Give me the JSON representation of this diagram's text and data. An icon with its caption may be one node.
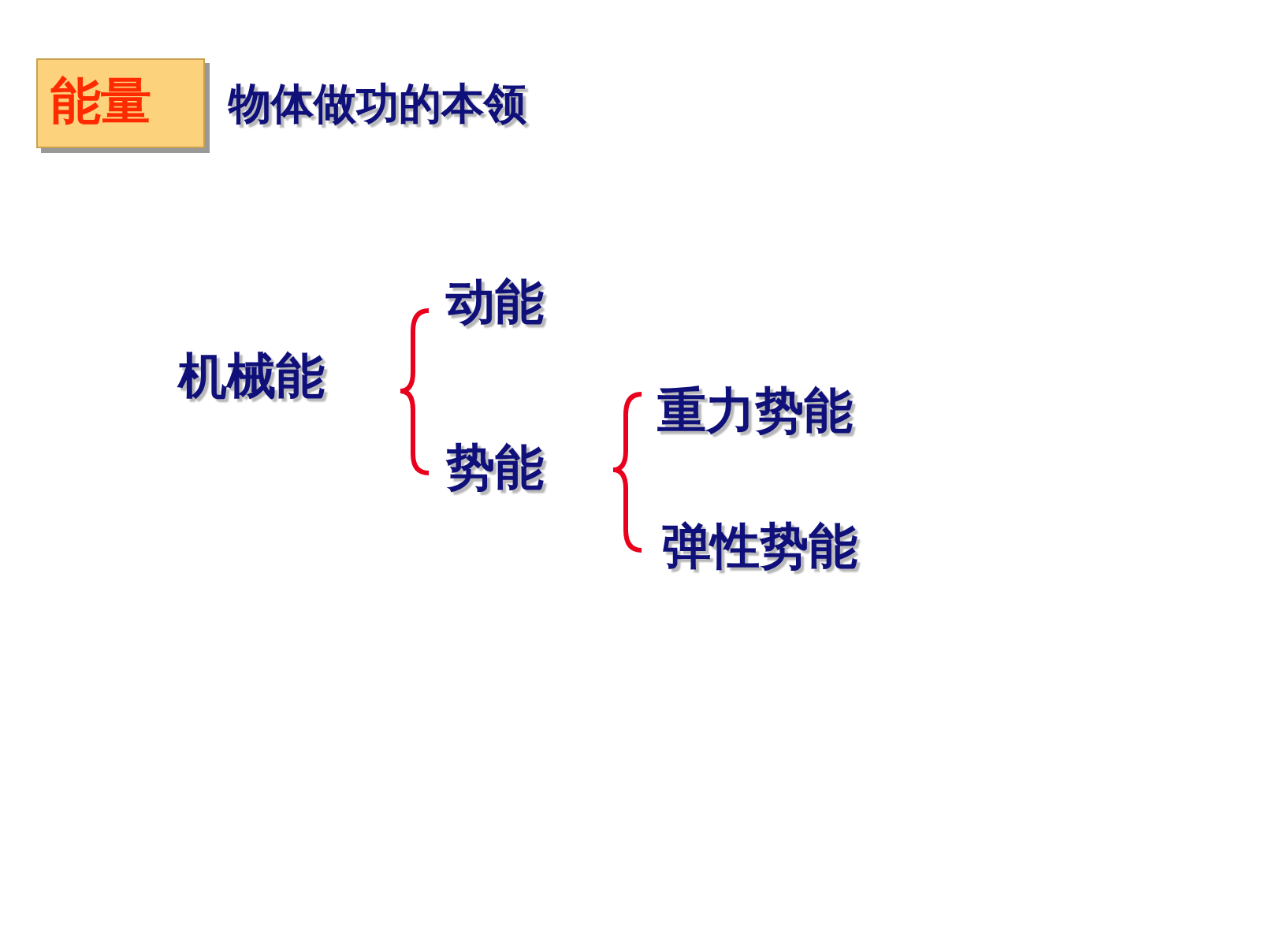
{
  "diagram": {
    "nodes": [
      {
        "text": [
          "能量"
        ],
        "beside": [
          "物体做功的本领"
        ]
      }
    ],
    "labels": [
      "机械能",
      "动能",
      "势能",
      "重力势能",
      "弹性势能"
    ]
  }
}
